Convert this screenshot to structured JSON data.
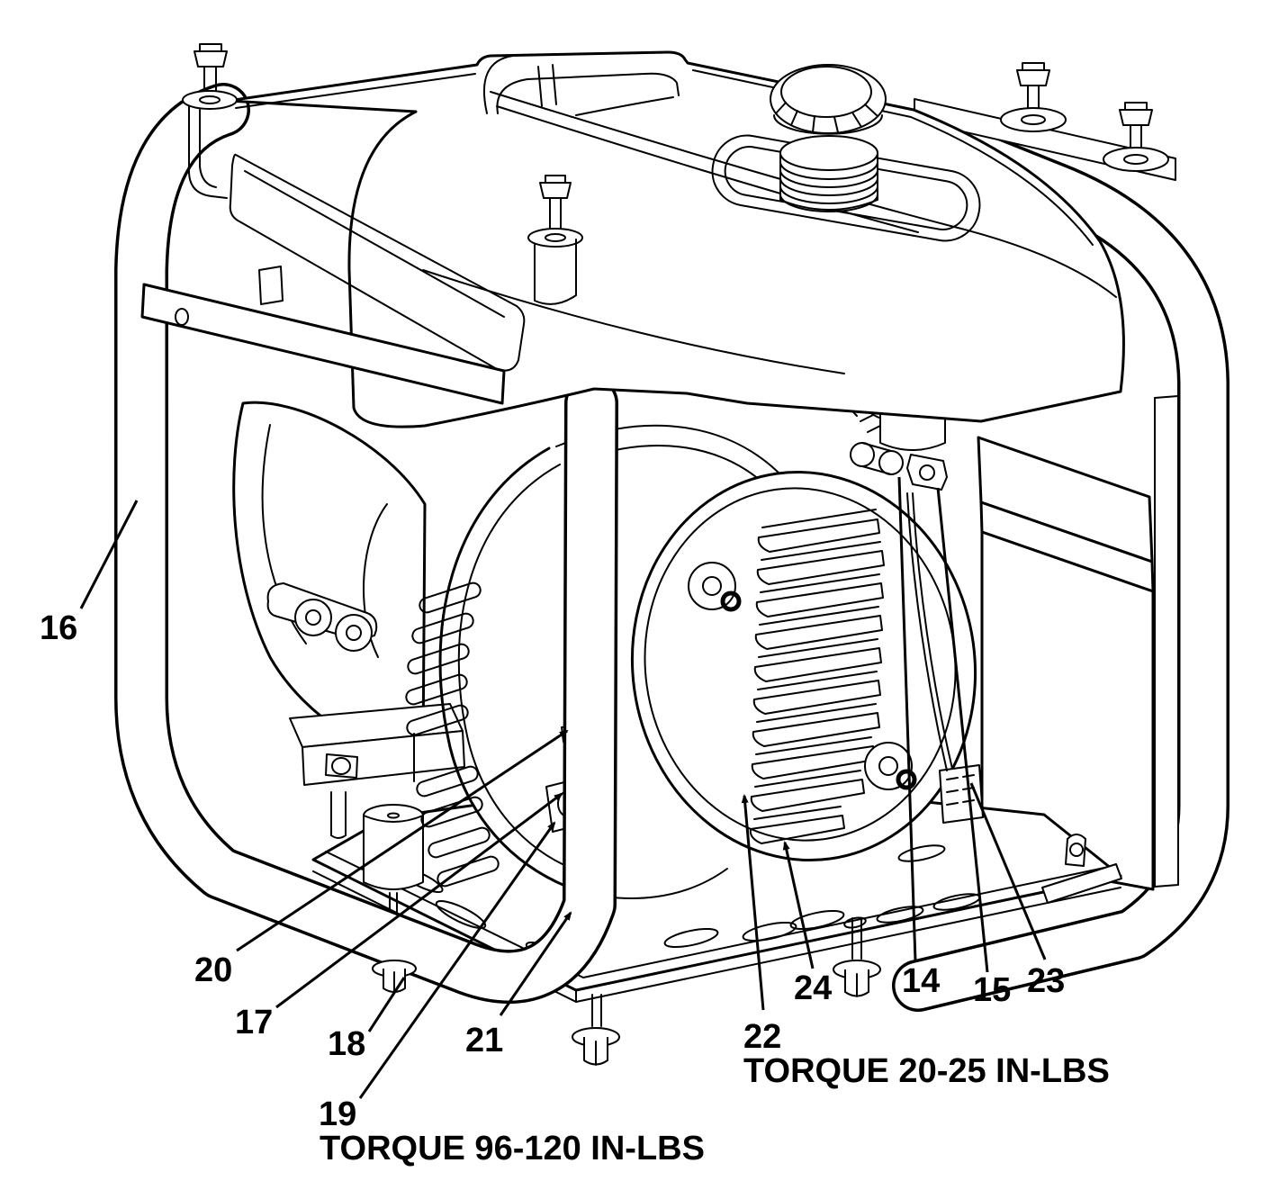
{
  "figure": {
    "title": "generator frame and alternator parts diagram",
    "callouts": {
      "c14": "14",
      "c15": "15",
      "c16": "16",
      "c17": "17",
      "c18": "18",
      "c19": "19",
      "c20": "20",
      "c21": "21",
      "c22": "22",
      "c23": "23",
      "c24": "24"
    },
    "notes": {
      "torque_high": "TORQUE 96-120 IN-LBS",
      "torque_low": "TORQUE 20-25 IN-LBS"
    },
    "colors": {
      "line": "#000000",
      "background": "#ffffff"
    }
  }
}
